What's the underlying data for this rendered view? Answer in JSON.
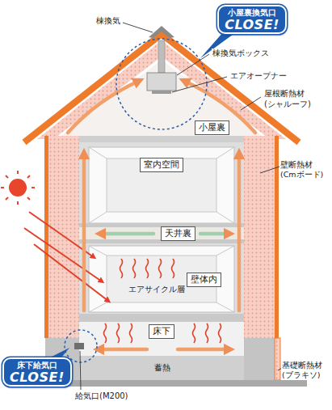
{
  "diagram": {
    "nodes": [
      {
        "text": [
          "小屋裏換気口",
          "CLOSE!"
        ]
      },
      {
        "text": [
          "小屋裏"
        ]
      },
      {
        "text": [
          "室内空間"
        ]
      },
      {
        "text": [
          "天井裏"
        ]
      },
      {
        "text": [
          "壁体内"
        ]
      },
      {
        "text": [
          "床下"
        ]
      },
      {
        "text": [
          "床下給気口",
          "CLOSE!"
        ]
      }
    ],
    "labels": [
      "棟換気",
      "棟換気ボックス",
      "エアオープナー",
      "屋根断熱材 (シャルーフ)",
      "壁断熱材 (Cmボード)",
      "エアサイクル層",
      "蓄熱",
      "基礎断熱材 (ブラキソ)",
      "給気口(M200)"
    ]
  }
}
